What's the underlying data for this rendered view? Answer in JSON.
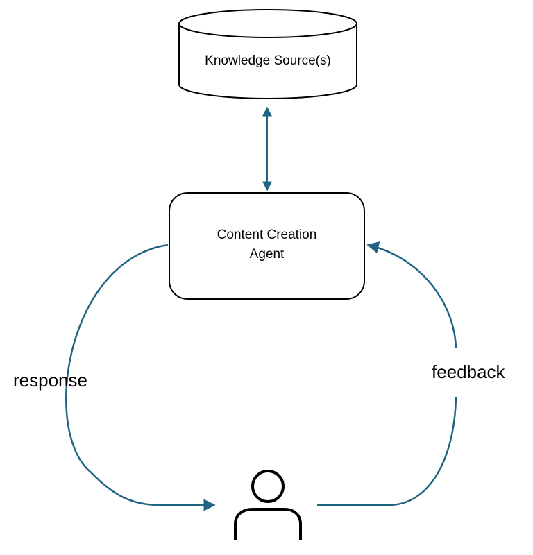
{
  "nodes": {
    "knowledge": {
      "label": "Knowledge Source(s)",
      "shape": "cylinder-icon"
    },
    "agent": {
      "label_line1": "Content Creation",
      "label_line2": "Agent",
      "shape": "rounded-rectangle"
    },
    "user": {
      "icon": "person-icon"
    }
  },
  "edges": {
    "response": {
      "label": "response"
    },
    "feedback": {
      "label": "feedback"
    }
  },
  "colors": {
    "connector": "#1f6482",
    "outline": "#000000",
    "background": "#ffffff"
  }
}
